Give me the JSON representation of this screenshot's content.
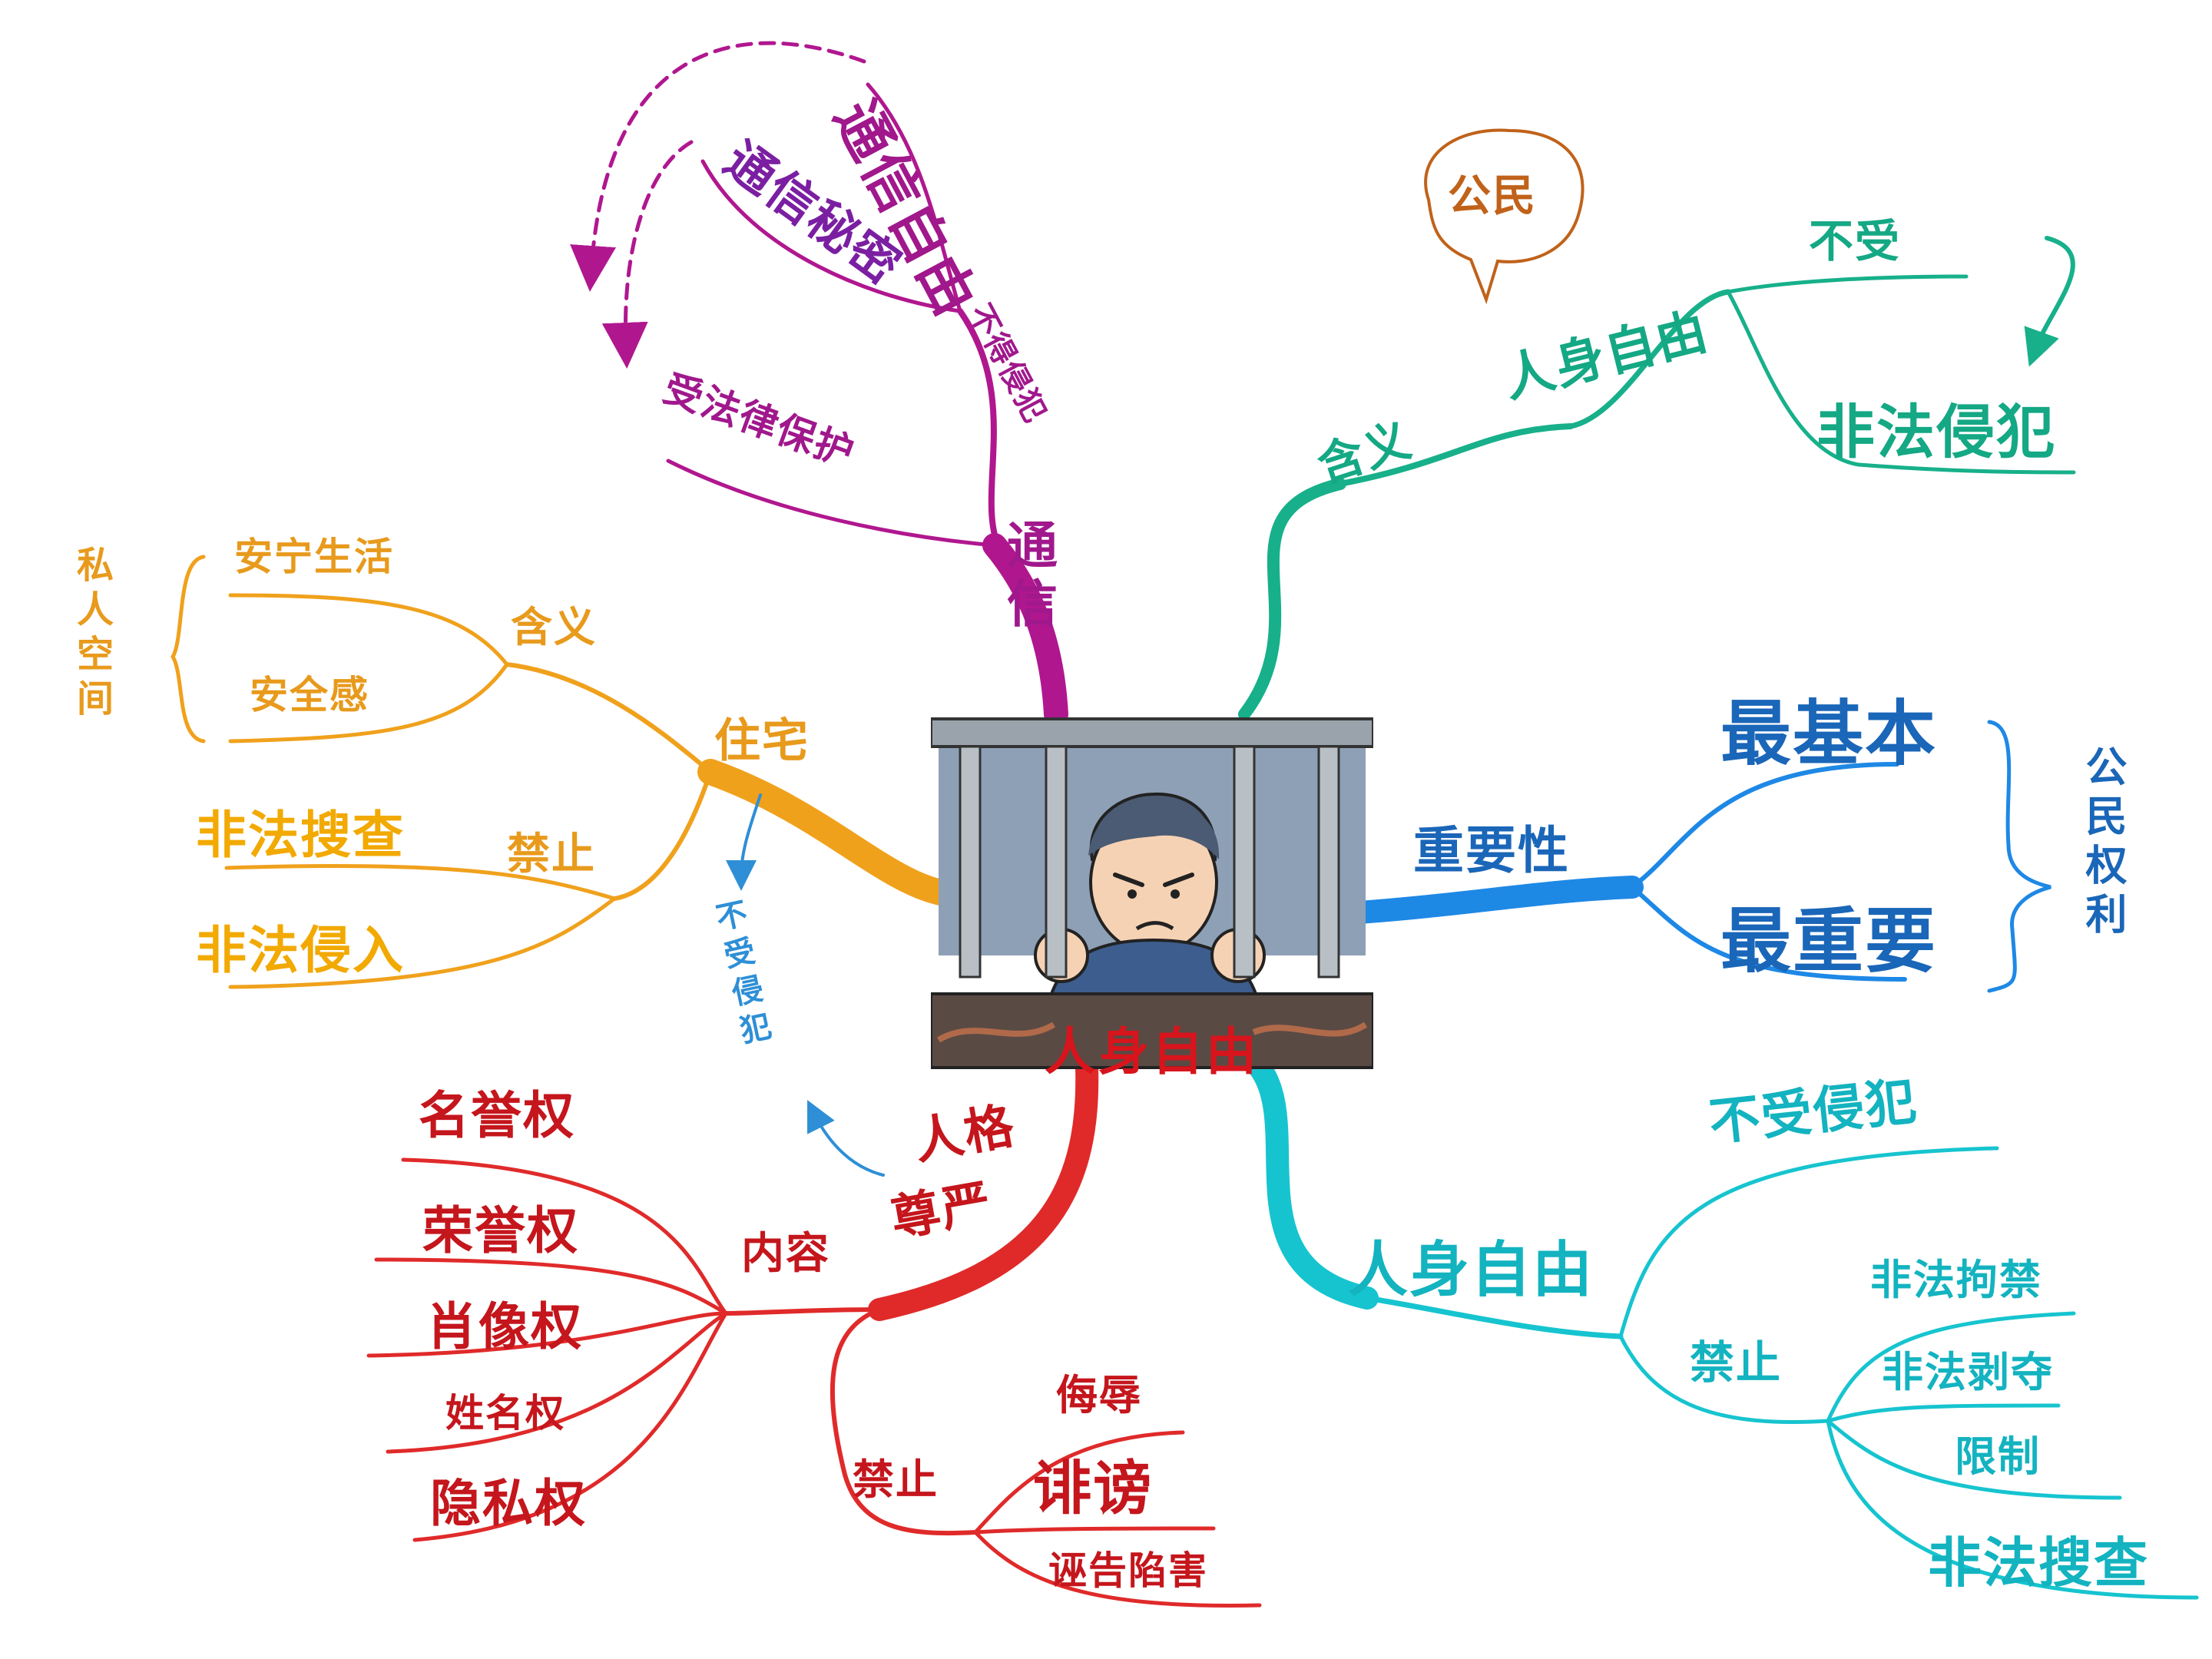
{
  "center": {
    "title": "人身自由",
    "illustration": "person-behind-bars"
  },
  "branches": {
    "communication": {
      "label": "通信",
      "color": "#b0178f",
      "freedom": "通信自由",
      "secret": "通信秘密",
      "not_infringe": "不得侵犯",
      "law_protected": "受法律保护"
    },
    "residence": {
      "label": "住宅",
      "color": "#f0a11c",
      "meaning": "含义",
      "private_space": "私人空间",
      "peaceful_life": "安宁生活",
      "security": "安全感",
      "prohibit": "禁止",
      "illegal_search": "非法搜查",
      "illegal_intrusion": "非法侵入",
      "not_infringed": "不受侵犯"
    },
    "dignity": {
      "label": "人格尊严",
      "color": "#e02a2a",
      "content": "内容",
      "content_items": [
        "名誉权",
        "荣誉权",
        "肖像权",
        "姓名权",
        "隐私权"
      ],
      "prohibit": "禁止",
      "prohibit_items": [
        "侮辱",
        "诽谤",
        "诬告陷害"
      ]
    },
    "meaning": {
      "label": "含义",
      "color": "#17b08a",
      "citizen_bubble": "公民",
      "personal_freedom": "人身自由",
      "not_subject": "不受",
      "illegal_infringe": "非法侵犯"
    },
    "importance": {
      "label": "重要性",
      "color": "#1e88e5",
      "most_basic": "最基本",
      "most_important": "最重要",
      "citizen_rights": "公民权利"
    },
    "personal": {
      "label": "人身自由",
      "color": "#16c4cf",
      "not_infringed": "不受侵犯",
      "prohibit": "禁止",
      "prohibit_items": [
        "非法拘禁",
        "非法剥夺",
        "限制",
        "非法搜查"
      ]
    }
  }
}
